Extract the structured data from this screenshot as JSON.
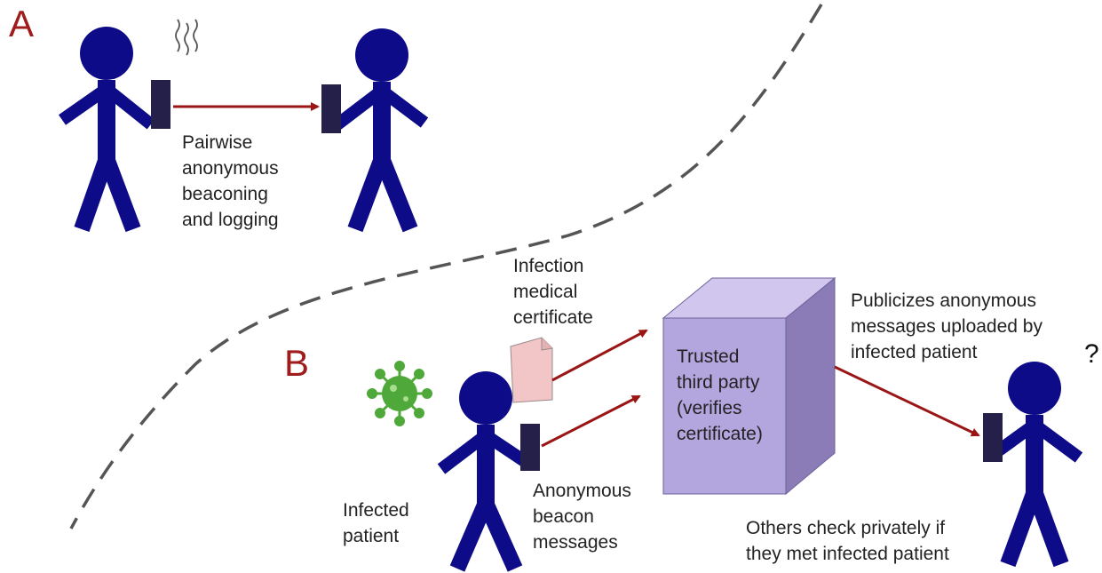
{
  "panels": {
    "a": "A",
    "b": "B"
  },
  "labels": {
    "pairwise": [
      "Pairwise",
      "anonymous",
      "beaconing",
      "and logging"
    ],
    "certificate": [
      "Infection",
      "medical",
      "certificate"
    ],
    "ttp": [
      "Trusted",
      "third party",
      "(verifies",
      "certificate)"
    ],
    "publicizes": [
      "Publicizes anonymous",
      "messages uploaded by",
      "infected patient"
    ],
    "infected": [
      "Infected",
      "patient"
    ],
    "beacon": [
      "Anonymous",
      "beacon",
      "messages"
    ],
    "others": [
      "Others check privately if",
      "they met infected patient"
    ],
    "question": "?"
  },
  "colors": {
    "person": "#0d0b88",
    "phone": "#24204a",
    "arrow": "#9a1616",
    "panel_letter": "#a01c1c",
    "box_front": "#b3a5dd",
    "box_top": "#d0c6ee",
    "box_side": "#8b7cb7",
    "virus": "#4fa83a",
    "document": "#f2c6c6",
    "divider": "#555555"
  },
  "icons": [
    "person-icon",
    "phone-icon",
    "virus-icon",
    "document-icon",
    "signal-icon",
    "server-box-icon"
  ]
}
